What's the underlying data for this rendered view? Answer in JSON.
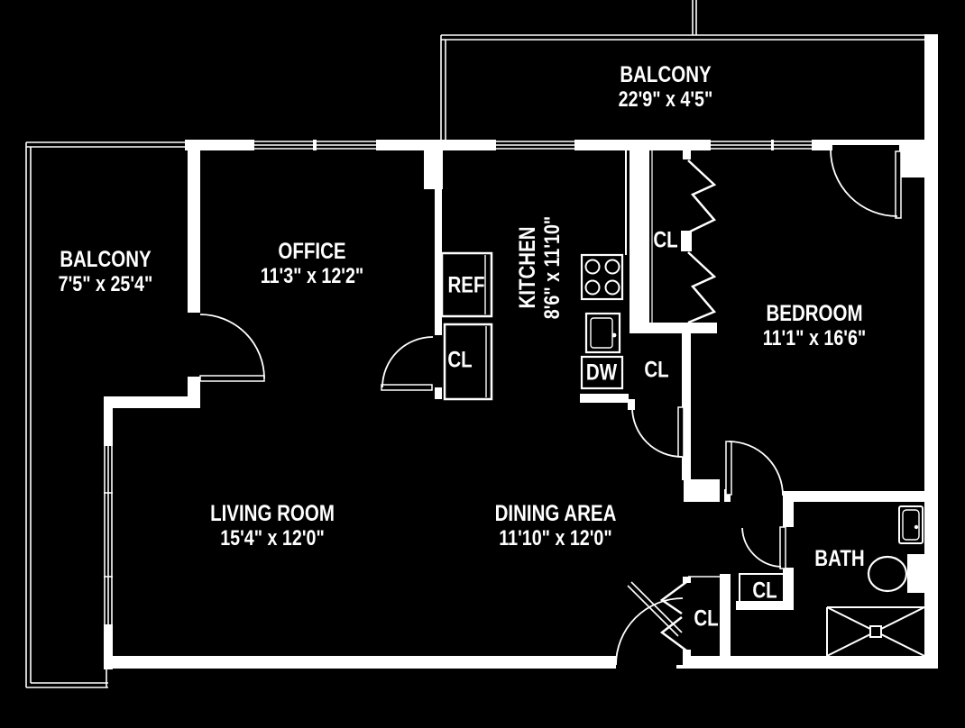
{
  "canvas": {
    "background": "#000000",
    "line_color": "#ffffff"
  },
  "rooms": {
    "balcony_top": {
      "name": "BALCONY",
      "dims": "22'9\" x 4'5\""
    },
    "balcony_left": {
      "name": "BALCONY",
      "dims": "7'5\" x 25'4\""
    },
    "office": {
      "name": "OFFICE",
      "dims": "11'3\" x 12'2\""
    },
    "kitchen": {
      "name": "KITCHEN",
      "dims": "8'6\" x 11'10\""
    },
    "bedroom": {
      "name": "BEDROOM",
      "dims": "11'1\" x 16'6\""
    },
    "living_room": {
      "name": "LIVING ROOM",
      "dims": "15'4\" x 12'0\""
    },
    "dining_area": {
      "name": "DINING AREA",
      "dims": "11'10\" x 12'0\""
    },
    "bath": {
      "name": "BATH"
    }
  },
  "labels": {
    "refrigerator": "REF",
    "dishwasher": "DW"
  },
  "closets": [
    "CL",
    "CL",
    "CL",
    "CL",
    "CL"
  ]
}
